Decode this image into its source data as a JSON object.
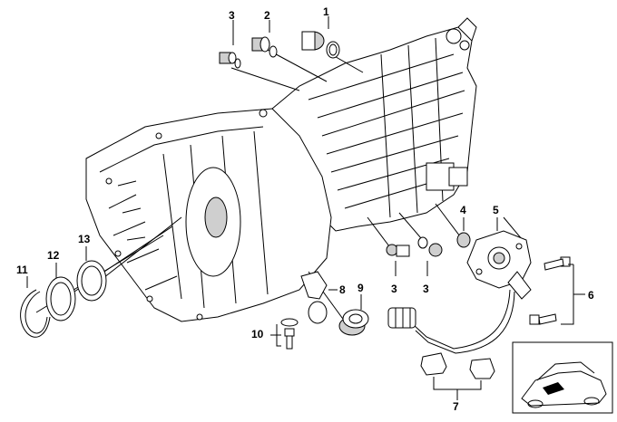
{
  "callouts": {
    "c1": "1",
    "c2": "2",
    "c3_top": "3",
    "c3_mid_a": "3",
    "c3_mid_b": "3",
    "c4": "4",
    "c5": "5",
    "c6": "6",
    "c7": "7",
    "c8": "8",
    "c9": "9",
    "c10": "10",
    "c11": "11",
    "c12": "12",
    "c13": "13"
  },
  "colors": {
    "line": "#000000",
    "background": "#ffffff",
    "shade": "#cfcfcf"
  }
}
